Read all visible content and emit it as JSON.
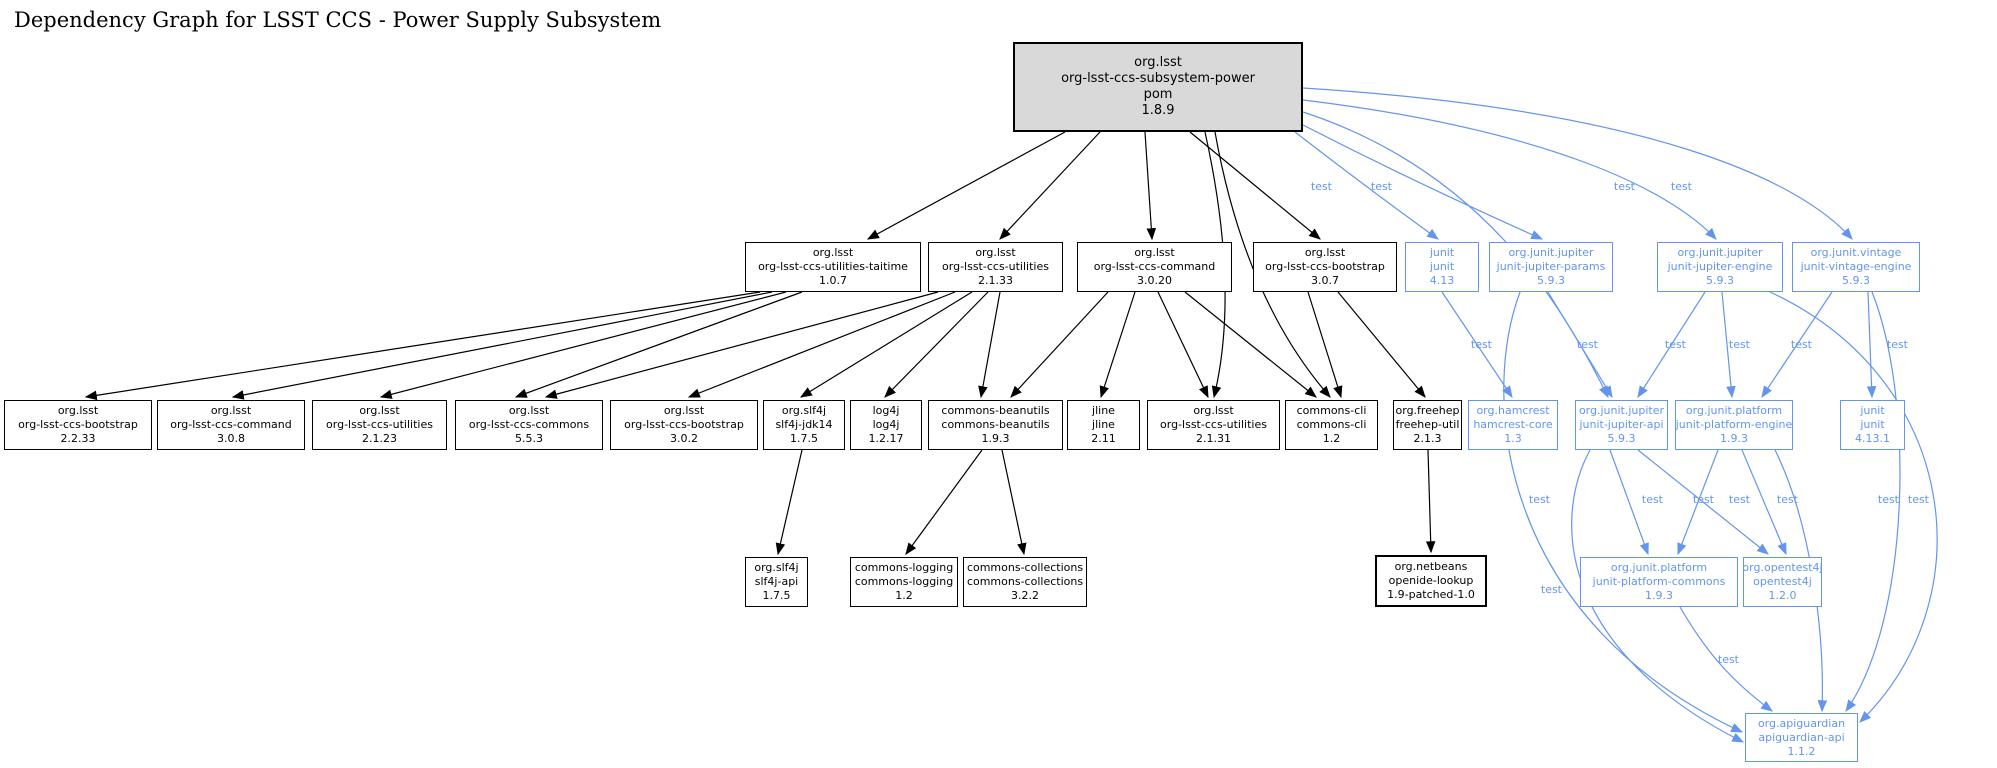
{
  "title": "Dependency Graph for LSST CCS - Power Supply Subsystem",
  "colors": {
    "compile": "#000000",
    "test": "#6495ED",
    "root_fill": "#d9d9d9",
    "node_fill": "#ffffff"
  },
  "nodes": [
    {
      "id": "root",
      "scope": "root",
      "lines": [
        "org.lsst",
        "org-lsst-ccs-subsystem-power",
        "pom",
        "1.8.9"
      ]
    },
    {
      "id": "taitime",
      "scope": "compile",
      "lines": [
        "org.lsst",
        "org-lsst-ccs-utilities-taitime",
        "1.0.7"
      ]
    },
    {
      "id": "util33",
      "scope": "compile",
      "lines": [
        "org.lsst",
        "org-lsst-ccs-utilities",
        "2.1.33"
      ]
    },
    {
      "id": "cmd20",
      "scope": "compile",
      "lines": [
        "org.lsst",
        "org-lsst-ccs-command",
        "3.0.20"
      ]
    },
    {
      "id": "boot7",
      "scope": "compile",
      "lines": [
        "org.lsst",
        "org-lsst-ccs-bootstrap",
        "3.0.7"
      ]
    },
    {
      "id": "junit413",
      "scope": "test",
      "lines": [
        "junit",
        "junit",
        "4.13"
      ]
    },
    {
      "id": "params",
      "scope": "test",
      "lines": [
        "org.junit.jupiter",
        "junit-jupiter-params",
        "5.9.3"
      ]
    },
    {
      "id": "jengine",
      "scope": "test",
      "lines": [
        "org.junit.jupiter",
        "junit-jupiter-engine",
        "5.9.3"
      ]
    },
    {
      "id": "vintage",
      "scope": "test",
      "lines": [
        "org.junit.vintage",
        "junit-vintage-engine",
        "5.9.3"
      ]
    },
    {
      "id": "boot233",
      "scope": "compile",
      "lines": [
        "org.lsst",
        "org-lsst-ccs-bootstrap",
        "2.2.33"
      ]
    },
    {
      "id": "cmd308",
      "scope": "compile",
      "lines": [
        "org.lsst",
        "org-lsst-ccs-command",
        "3.0.8"
      ]
    },
    {
      "id": "util123",
      "scope": "compile",
      "lines": [
        "org.lsst",
        "org-lsst-ccs-utilities",
        "2.1.23"
      ]
    },
    {
      "id": "commons553",
      "scope": "compile",
      "lines": [
        "org.lsst",
        "org-lsst-ccs-commons",
        "5.5.3"
      ]
    },
    {
      "id": "boot302",
      "scope": "compile",
      "lines": [
        "org.lsst",
        "org-lsst-ccs-bootstrap",
        "3.0.2"
      ]
    },
    {
      "id": "slf4jdk",
      "scope": "compile",
      "lines": [
        "org.slf4j",
        "slf4j-jdk14",
        "1.7.5"
      ]
    },
    {
      "id": "log4j",
      "scope": "compile",
      "lines": [
        "log4j",
        "log4j",
        "1.2.17"
      ]
    },
    {
      "id": "beanutils",
      "scope": "compile",
      "lines": [
        "commons-beanutils",
        "commons-beanutils",
        "1.9.3"
      ]
    },
    {
      "id": "jline",
      "scope": "compile",
      "lines": [
        "jline",
        "jline",
        "2.11"
      ]
    },
    {
      "id": "util131",
      "scope": "compile",
      "lines": [
        "org.lsst",
        "org-lsst-ccs-utilities",
        "2.1.31"
      ]
    },
    {
      "id": "ccli",
      "scope": "compile",
      "lines": [
        "commons-cli",
        "commons-cli",
        "1.2"
      ]
    },
    {
      "id": "freehep",
      "scope": "compile",
      "lines": [
        "org.freehep",
        "freehep-util",
        "2.1.3"
      ]
    },
    {
      "id": "hamcrest",
      "scope": "test",
      "lines": [
        "org.hamcrest",
        "hamcrest-core",
        "1.3"
      ]
    },
    {
      "id": "japi",
      "scope": "test",
      "lines": [
        "org.junit.jupiter",
        "junit-jupiter-api",
        "5.9.3"
      ]
    },
    {
      "id": "pengine",
      "scope": "test",
      "lines": [
        "org.junit.platform",
        "junit-platform-engine",
        "1.9.3"
      ]
    },
    {
      "id": "junit4131",
      "scope": "test",
      "lines": [
        "junit",
        "junit",
        "4.13.1"
      ]
    },
    {
      "id": "slf4japi",
      "scope": "compile",
      "lines": [
        "org.slf4j",
        "slf4j-api",
        "1.7.5"
      ]
    },
    {
      "id": "clogging",
      "scope": "compile",
      "lines": [
        "commons-logging",
        "commons-logging",
        "1.2"
      ]
    },
    {
      "id": "ccollections",
      "scope": "compile",
      "lines": [
        "commons-collections",
        "commons-collections",
        "3.2.2"
      ]
    },
    {
      "id": "openide",
      "scope": "compile",
      "lines": [
        "org.netbeans",
        "openide-lookup",
        "1.9-patched-1.0"
      ]
    },
    {
      "id": "pcommons",
      "scope": "test",
      "lines": [
        "org.junit.platform",
        "junit-platform-commons",
        "1.9.3"
      ]
    },
    {
      "id": "opentest",
      "scope": "test",
      "lines": [
        "org.opentest4j",
        "opentest4j",
        "1.2.0"
      ]
    },
    {
      "id": "apiguardian",
      "scope": "test",
      "lines": [
        "org.apiguardian",
        "apiguardian-api",
        "1.1.2"
      ]
    }
  ],
  "edges": [
    {
      "from": "root",
      "to": "taitime",
      "scope": "compile"
    },
    {
      "from": "root",
      "to": "util33",
      "scope": "compile"
    },
    {
      "from": "root",
      "to": "cmd20",
      "scope": "compile"
    },
    {
      "from": "root",
      "to": "boot7",
      "scope": "compile"
    },
    {
      "from": "root",
      "to": "ccli",
      "scope": "compile"
    },
    {
      "from": "root",
      "to": "util131",
      "scope": "compile"
    },
    {
      "from": "taitime",
      "to": "boot233",
      "scope": "compile"
    },
    {
      "from": "taitime",
      "to": "cmd308",
      "scope": "compile"
    },
    {
      "from": "taitime",
      "to": "util123",
      "scope": "compile"
    },
    {
      "from": "taitime",
      "to": "commons553",
      "scope": "compile"
    },
    {
      "from": "util33",
      "to": "commons553",
      "scope": "compile"
    },
    {
      "from": "util33",
      "to": "boot302",
      "scope": "compile"
    },
    {
      "from": "util33",
      "to": "slf4jdk",
      "scope": "compile"
    },
    {
      "from": "util33",
      "to": "log4j",
      "scope": "compile"
    },
    {
      "from": "util33",
      "to": "beanutils",
      "scope": "compile"
    },
    {
      "from": "cmd20",
      "to": "beanutils",
      "scope": "compile"
    },
    {
      "from": "cmd20",
      "to": "jline",
      "scope": "compile"
    },
    {
      "from": "cmd20",
      "to": "util131",
      "scope": "compile"
    },
    {
      "from": "cmd20",
      "to": "ccli",
      "scope": "compile"
    },
    {
      "from": "boot7",
      "to": "ccli",
      "scope": "compile"
    },
    {
      "from": "boot7",
      "to": "freehep",
      "scope": "compile"
    },
    {
      "from": "slf4jdk",
      "to": "slf4japi",
      "scope": "compile"
    },
    {
      "from": "beanutils",
      "to": "clogging",
      "scope": "compile"
    },
    {
      "from": "beanutils",
      "to": "ccollections",
      "scope": "compile"
    },
    {
      "from": "freehep",
      "to": "openide",
      "scope": "compile"
    },
    {
      "from": "root",
      "to": "junit413",
      "scope": "test",
      "label": "test"
    },
    {
      "from": "root",
      "to": "params",
      "scope": "test",
      "label": "test"
    },
    {
      "from": "root",
      "to": "jengine",
      "scope": "test",
      "label": "test"
    },
    {
      "from": "root",
      "to": "vintage",
      "scope": "test",
      "label": "test"
    },
    {
      "from": "root",
      "to": "japi",
      "scope": "test"
    },
    {
      "from": "junit413",
      "to": "hamcrest",
      "scope": "test",
      "label": "test"
    },
    {
      "from": "params",
      "to": "japi",
      "scope": "test",
      "label": "test"
    },
    {
      "from": "jengine",
      "to": "japi",
      "scope": "test",
      "label": "test"
    },
    {
      "from": "jengine",
      "to": "pengine",
      "scope": "test",
      "label": "test"
    },
    {
      "from": "vintage",
      "to": "pengine",
      "scope": "test",
      "label": "test"
    },
    {
      "from": "vintage",
      "to": "junit4131",
      "scope": "test",
      "label": "test"
    },
    {
      "from": "japi",
      "to": "pcommons",
      "scope": "test",
      "label": "test"
    },
    {
      "from": "japi",
      "to": "opentest",
      "scope": "test",
      "label": "test"
    },
    {
      "from": "pengine",
      "to": "pcommons",
      "scope": "test",
      "label": "test"
    },
    {
      "from": "pengine",
      "to": "opentest",
      "scope": "test",
      "label": "test"
    },
    {
      "from": "params",
      "to": "apiguardian",
      "scope": "test",
      "label": "test"
    },
    {
      "from": "japi",
      "to": "apiguardian",
      "scope": "test",
      "label": "test"
    },
    {
      "from": "jengine",
      "to": "apiguardian",
      "scope": "test",
      "label": "test"
    },
    {
      "from": "vintage",
      "to": "apiguardian",
      "scope": "test",
      "label": "test"
    },
    {
      "from": "pengine",
      "to": "apiguardian",
      "scope": "test"
    },
    {
      "from": "pcommons",
      "to": "apiguardian",
      "scope": "test",
      "label": "test"
    }
  ]
}
